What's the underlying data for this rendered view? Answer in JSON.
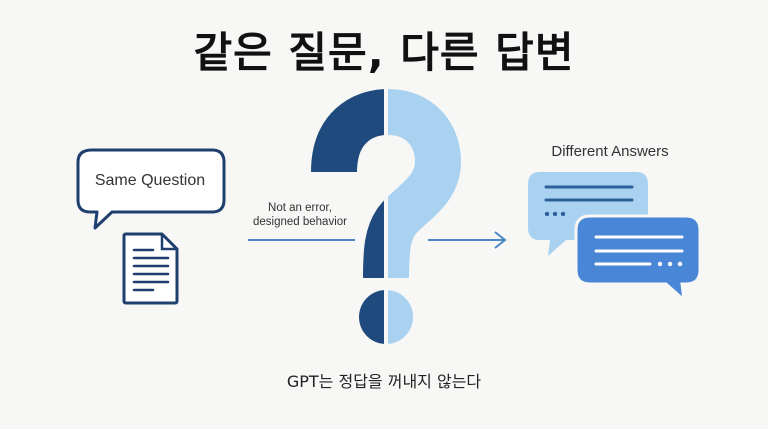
{
  "title": "같은 질문, 다른 답변",
  "left": {
    "label": "Same Question",
    "icon": "document-icon"
  },
  "center": {
    "note_line1": "Not an error,",
    "note_line2": "designed behavior",
    "icon": "question-mark-icon"
  },
  "right": {
    "label": "Different Answers",
    "icon": "chat-bubbles-icon"
  },
  "subtitle": "GPT는 정답을 꺼내지 않는다",
  "colors": {
    "dark_blue": "#1f4a7d",
    "light_blue": "#a9d2f0",
    "mid_blue": "#4a86d6",
    "line_blue": "#4a86c8"
  }
}
